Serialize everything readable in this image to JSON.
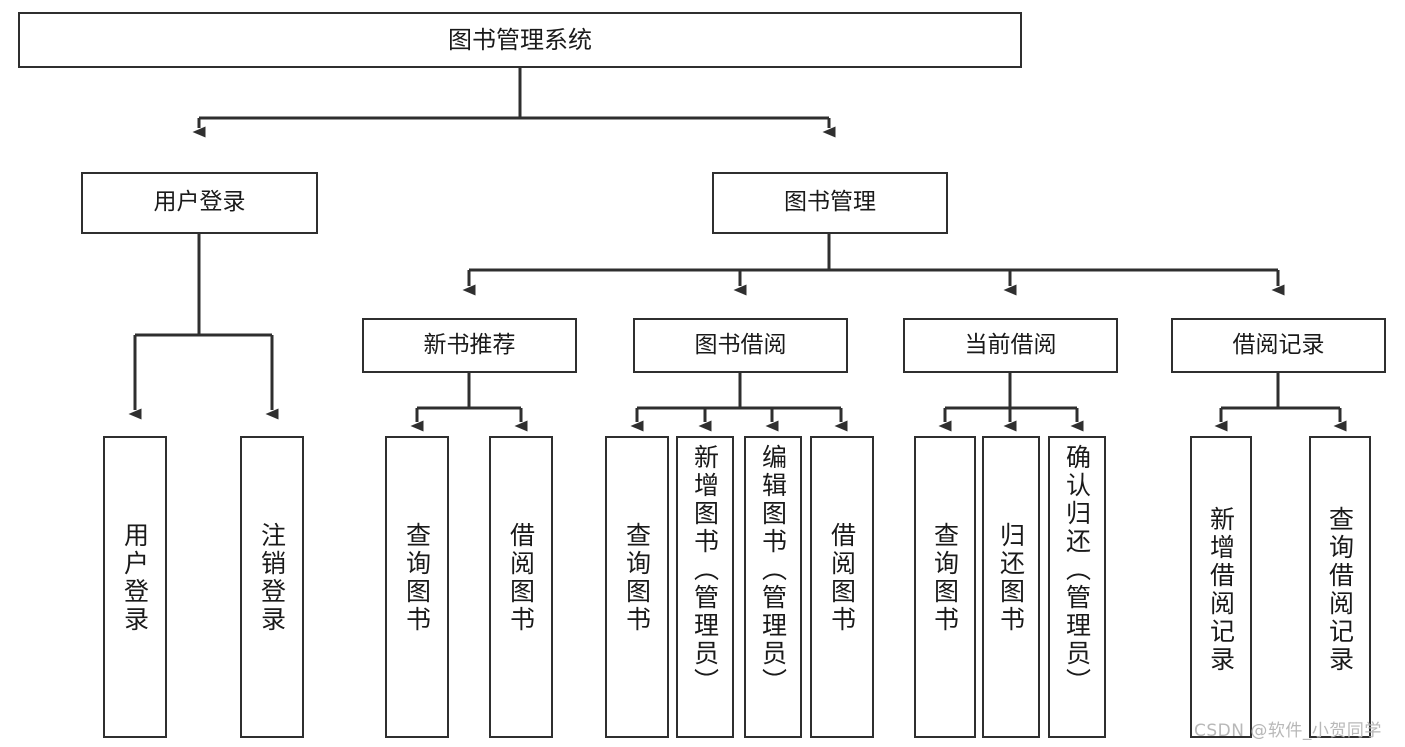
{
  "diagram": {
    "title": "图书管理系统",
    "watermark": "CSDN @软件_小贺同学",
    "colors": {
      "border": "#2f2f2f",
      "background": "#ffffff",
      "text": "#1a1a1a",
      "watermark": "#b8b8b8"
    },
    "nodes": {
      "root": {
        "label": "图书管理系统"
      },
      "level2": [
        {
          "label": "用户登录"
        },
        {
          "label": "图书管理"
        }
      ],
      "level3": [
        {
          "label": "新书推荐"
        },
        {
          "label": "图书借阅"
        },
        {
          "label": "当前借阅"
        },
        {
          "label": "借阅记录"
        }
      ],
      "leaves": {
        "user_login": [
          {
            "label": "用户登录"
          },
          {
            "label": "注销登录"
          }
        ],
        "new_book": [
          {
            "label": "查询图书"
          },
          {
            "label": "借阅图书"
          }
        ],
        "book_borrow": [
          {
            "label": "查询图书"
          },
          {
            "label": "新增图书（管理员）"
          },
          {
            "label": "编辑图书（管理员）"
          },
          {
            "label": "借阅图书"
          }
        ],
        "current_borrow": [
          {
            "label": "查询图书"
          },
          {
            "label": "归还图书"
          },
          {
            "label": "确认归还（管理员）"
          }
        ],
        "borrow_record": [
          {
            "label": "新增借阅记录"
          },
          {
            "label": "查询借阅记录"
          }
        ]
      }
    }
  }
}
